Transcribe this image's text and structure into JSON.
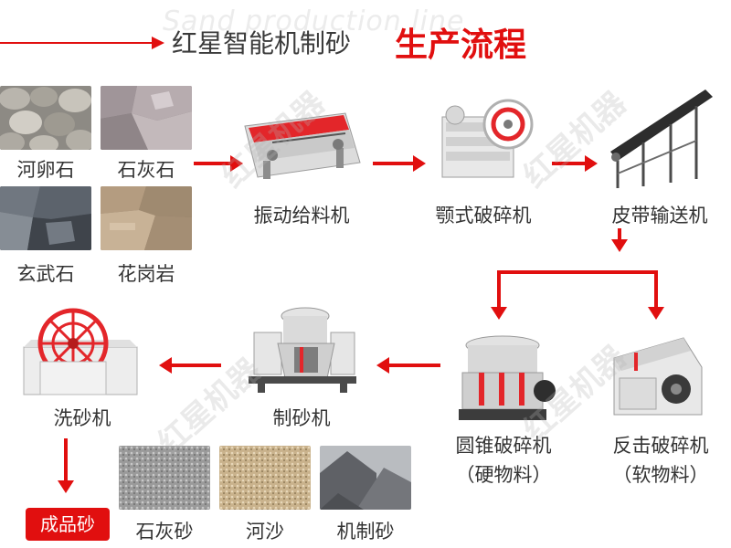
{
  "header": {
    "watermark": "Sand production line",
    "title_normal": "红星智能机制砂",
    "title_emphasis": "生产流程"
  },
  "raw_materials": [
    {
      "label": "河卵石"
    },
    {
      "label": "石灰石"
    },
    {
      "label": "玄武石"
    },
    {
      "label": "花岗岩"
    }
  ],
  "machines": {
    "vibrating_feeder": "振动给料机",
    "jaw_crusher": "颚式破碎机",
    "belt_conveyor": "皮带输送机",
    "cone_crusher": "圆锥破碎机",
    "cone_crusher_note": "（硬物料）",
    "impact_crusher": "反击破碎机",
    "impact_crusher_note": "（软物料）",
    "sand_maker": "制砂机",
    "sand_washer": "洗砂机"
  },
  "product_badge": "成品砂",
  "products": [
    {
      "label": "石灰砂"
    },
    {
      "label": "河沙"
    },
    {
      "label": "机制砂"
    }
  ],
  "logo_watermark": "红星机器",
  "colors": {
    "accent": "#e10f0f",
    "text": "#333333"
  }
}
